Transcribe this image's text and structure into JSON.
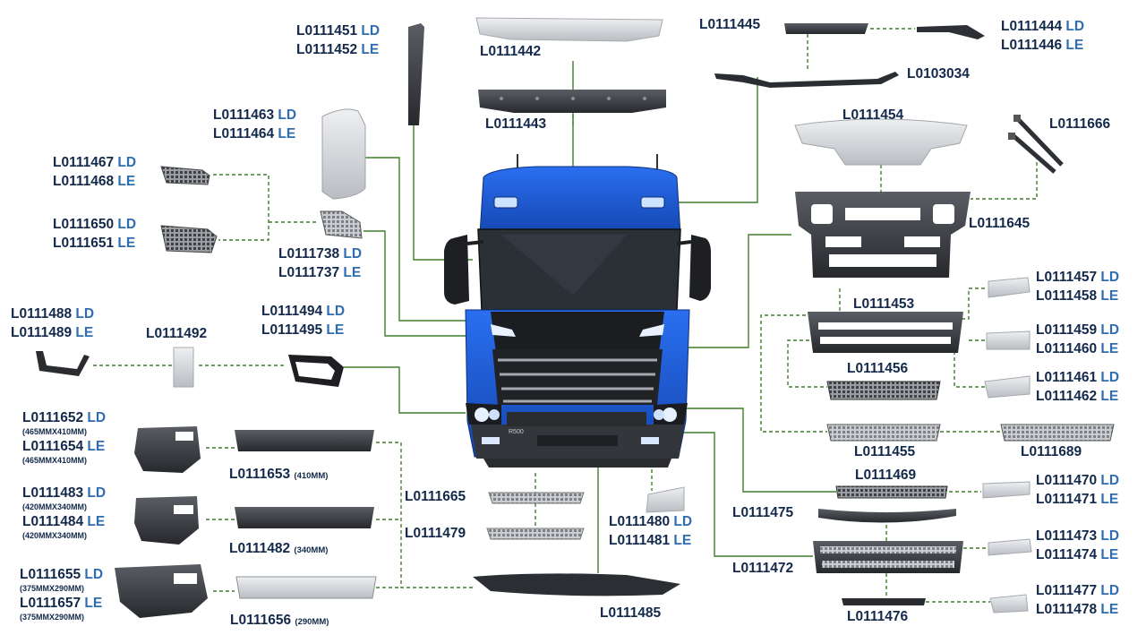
{
  "colors": {
    "label_code": "#13294b",
    "label_side": "#2f6cb0",
    "leader_line": "#3f7f2a",
    "cab_blue": "#1f5fd6",
    "part_dark": "#3a3d42",
    "part_light": "#cfd2d6"
  },
  "labels": {
    "l0111451": {
      "code": "L0111451",
      "side": "LD"
    },
    "l0111452": {
      "code": "L0111452",
      "side": "LE"
    },
    "l0111442": {
      "code": "L0111442"
    },
    "l0111445": {
      "code": "L0111445"
    },
    "l0111444": {
      "code": "L0111444",
      "side": "LD"
    },
    "l0111446": {
      "code": "L0111446",
      "side": "LE"
    },
    "l0103034": {
      "code": "L0103034"
    },
    "l0111443": {
      "code": "L0111443"
    },
    "l0111463": {
      "code": "L0111463",
      "side": "LD"
    },
    "l0111464": {
      "code": "L0111464",
      "side": "LE"
    },
    "l0111454": {
      "code": "L0111454"
    },
    "l0111666": {
      "code": "L0111666"
    },
    "l0111467": {
      "code": "L0111467",
      "side": "LD"
    },
    "l0111468": {
      "code": "L0111468",
      "side": "LE"
    },
    "l0111650": {
      "code": "L0111650",
      "side": "LD"
    },
    "l0111651": {
      "code": "L0111651",
      "side": "LE"
    },
    "l0111645": {
      "code": "L0111645"
    },
    "l0111738": {
      "code": "L0111738",
      "side": "LD"
    },
    "l0111737": {
      "code": "L0111737",
      "side": "LE"
    },
    "l0111457": {
      "code": "L0111457",
      "side": "LD"
    },
    "l0111458": {
      "code": "L0111458",
      "side": "LE"
    },
    "l0111453": {
      "code": "L0111453"
    },
    "l0111488": {
      "code": "L0111488",
      "side": "LD"
    },
    "l0111489": {
      "code": "L0111489",
      "side": "LE"
    },
    "l0111494": {
      "code": "L0111494",
      "side": "LD"
    },
    "l0111495": {
      "code": "L0111495",
      "side": "LE"
    },
    "l0111492": {
      "code": "L0111492"
    },
    "l0111459": {
      "code": "L0111459",
      "side": "LD"
    },
    "l0111460": {
      "code": "L0111460",
      "side": "LE"
    },
    "l0111456": {
      "code": "L0111456"
    },
    "l0111461": {
      "code": "L0111461",
      "side": "LD"
    },
    "l0111462": {
      "code": "L0111462",
      "side": "LE"
    },
    "l0111652": {
      "code": "L0111652",
      "side": "LD",
      "note": "(465MMX410MM)"
    },
    "l0111654": {
      "code": "L0111654",
      "side": "LE",
      "note": "(465MMX410MM)"
    },
    "l0111455": {
      "code": "L0111455"
    },
    "l0111689": {
      "code": "L0111689"
    },
    "l0111653": {
      "code": "L0111653",
      "note": "(410MM)"
    },
    "l0111469": {
      "code": "L0111469"
    },
    "l0111470": {
      "code": "L0111470",
      "side": "LD"
    },
    "l0111471": {
      "code": "L0111471",
      "side": "LE"
    },
    "l0111483": {
      "code": "L0111483",
      "side": "LD",
      "note": "(420MMX340MM)"
    },
    "l0111484": {
      "code": "L0111484",
      "side": "LE",
      "note": "(420MMX340MM)"
    },
    "l0111665": {
      "code": "L0111665"
    },
    "l0111475": {
      "code": "L0111475"
    },
    "l0111480": {
      "code": "L0111480",
      "side": "LD"
    },
    "l0111481": {
      "code": "L0111481",
      "side": "LE"
    },
    "l0111479": {
      "code": "L0111479"
    },
    "l0111482": {
      "code": "L0111482",
      "note": "(340MM)"
    },
    "l0111473": {
      "code": "L0111473",
      "side": "LD"
    },
    "l0111474": {
      "code": "L0111474",
      "side": "LE"
    },
    "l0111472": {
      "code": "L0111472"
    },
    "l0111655": {
      "code": "L0111655",
      "side": "LD",
      "note": "(375MMX290MM)"
    },
    "l0111657": {
      "code": "L0111657",
      "side": "LE",
      "note": "(375MMX290MM)"
    },
    "l0111477": {
      "code": "L0111477",
      "side": "LD"
    },
    "l0111478": {
      "code": "L0111478",
      "side": "LE"
    },
    "l0111485": {
      "code": "L0111485"
    },
    "l0111656": {
      "code": "L0111656",
      "note": "(290MM)"
    },
    "l0111476": {
      "code": "L0111476"
    }
  },
  "truck": {
    "badge": "R500"
  }
}
